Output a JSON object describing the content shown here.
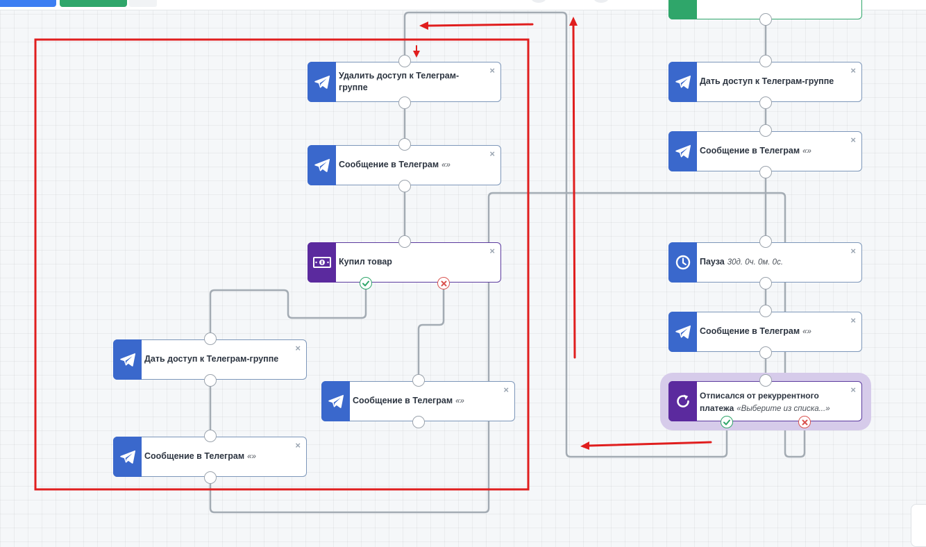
{
  "nodes": {
    "n_top_right": {
      "label": "",
      "extra": ""
    },
    "n_remove_access": {
      "label": "Удалить доступ к Телеграм-группе",
      "extra": ""
    },
    "n_msg_1": {
      "label": "Сообщение в Телеграм",
      "extra": "«»"
    },
    "n_bought": {
      "label": "Купил товар",
      "extra": ""
    },
    "n_give_access_left": {
      "label": "Дать доступ к Телеграм-группе",
      "extra": ""
    },
    "n_msg_left": {
      "label": "Сообщение в Телеграм",
      "extra": "«»"
    },
    "n_msg_mid": {
      "label": "Сообщение в Телеграм",
      "extra": "«»"
    },
    "n_give_access_right": {
      "label": "Дать доступ к Телеграм-группе",
      "extra": ""
    },
    "n_msg_right_1": {
      "label": "Сообщение в Телеграм",
      "extra": "«»"
    },
    "n_pause": {
      "label": "Пауза",
      "extra": "30д. 0ч. 0м. 0с."
    },
    "n_msg_right_2": {
      "label": "Сообщение в Телеграм",
      "extra": "«»"
    },
    "n_unsub": {
      "label": "Отписался от рекуррентного платежа",
      "extra": "«Выберите из списка...»"
    }
  },
  "close_glyph": "×",
  "icons": {
    "telegram": "telegram-plane-icon",
    "money": "money-bill-icon",
    "clock": "clock-icon",
    "repeat": "refresh-icon"
  },
  "colors": {
    "link": "#a3abb3",
    "annotation": "#e01e1e",
    "node_blue": "#3a68cc",
    "node_purple": "#5b2a9e",
    "success": "#2fa66a",
    "fail": "#d9534f"
  }
}
